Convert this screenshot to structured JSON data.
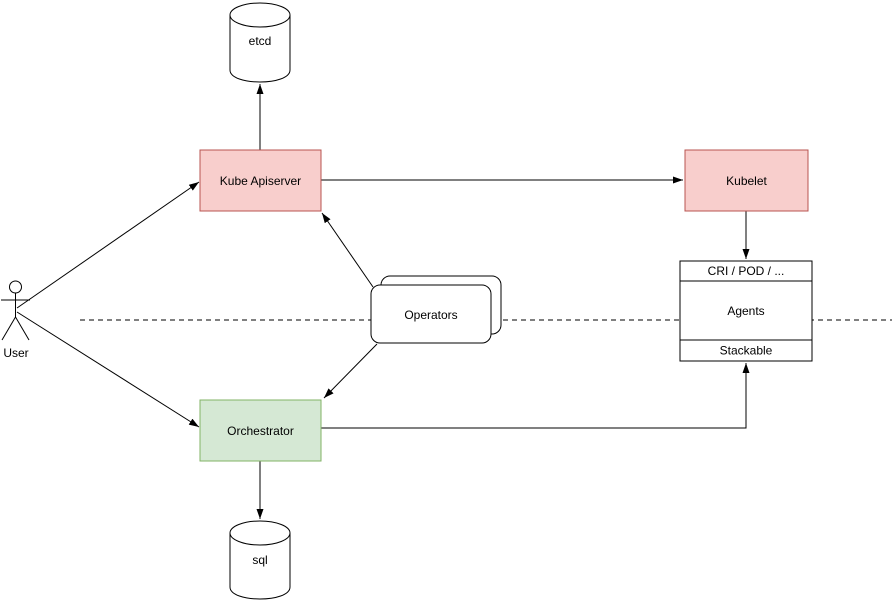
{
  "diagram": {
    "nodes": {
      "etcd": {
        "label": "etcd"
      },
      "kube_apiserver": {
        "label": "Kube Apiserver"
      },
      "kubelet": {
        "label": "Kubelet"
      },
      "operators": {
        "label": "Operators"
      },
      "orchestrator": {
        "label": "Orchestrator"
      },
      "sql": {
        "label": "sql"
      },
      "user": {
        "label": "User"
      },
      "agents_stack": {
        "top_label": "CRI / POD / ...",
        "middle_label": "Agents",
        "bottom_label": "Stackable"
      }
    },
    "colors": {
      "pink_fill": "#f8cecc",
      "pink_stroke": "#b85450",
      "green_fill": "#d5e8d4",
      "green_stroke": "#82b366",
      "shape_fill": "#ffffff",
      "shape_stroke": "#000000",
      "line": "#000000"
    }
  }
}
